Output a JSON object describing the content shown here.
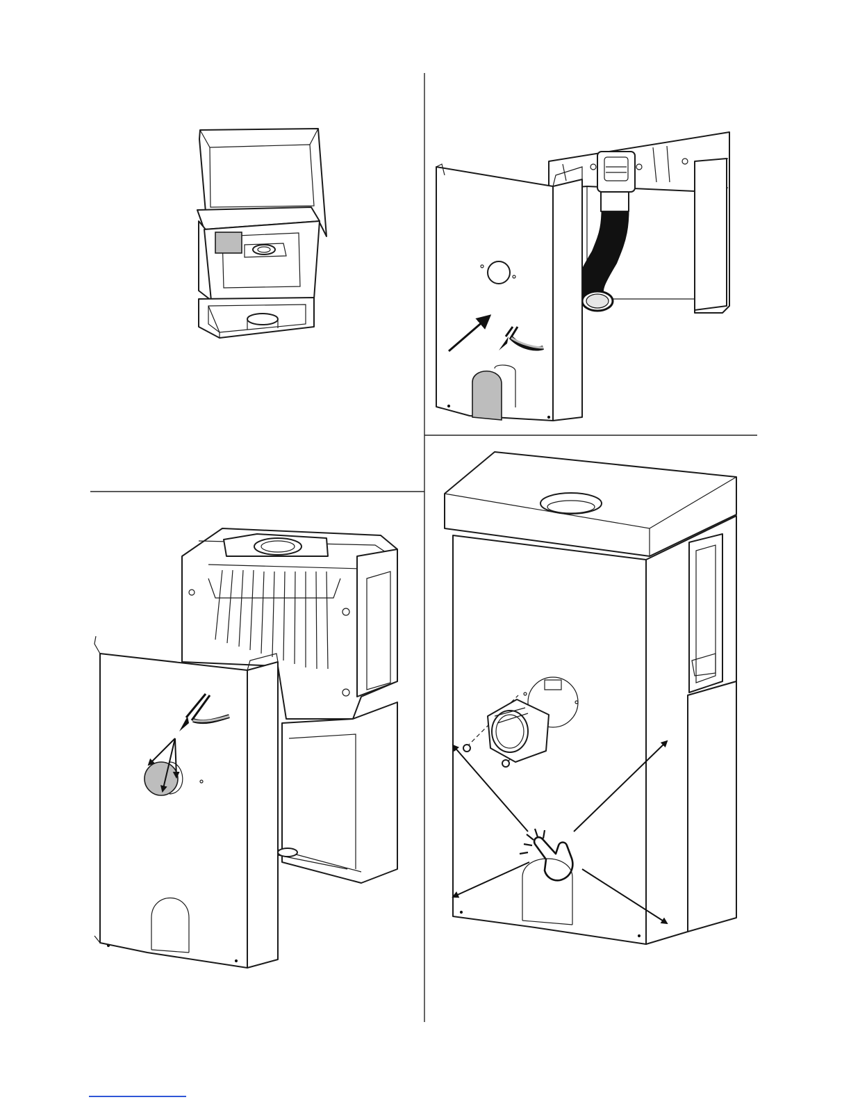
{
  "page": {
    "background": "#ffffff",
    "line_color": "#1a1a1a",
    "shade_color": "#bdbdbd",
    "link_color": "#2f56d6"
  },
  "panels": [
    {
      "id": "panel-1",
      "description_icon": "stove-top-open-view"
    },
    {
      "id": "panel-2",
      "description_icon": "side-panel-hose-connection"
    },
    {
      "id": "panel-3",
      "description_icon": "side-panel-knockout-cut"
    },
    {
      "id": "panel-4",
      "description_icon": "assembled-stove-air-inlet"
    }
  ],
  "icons": {
    "cutter": "wire-cutter-icon",
    "arrow": "direction-arrow-icon",
    "hand": "press-hand-icon"
  }
}
